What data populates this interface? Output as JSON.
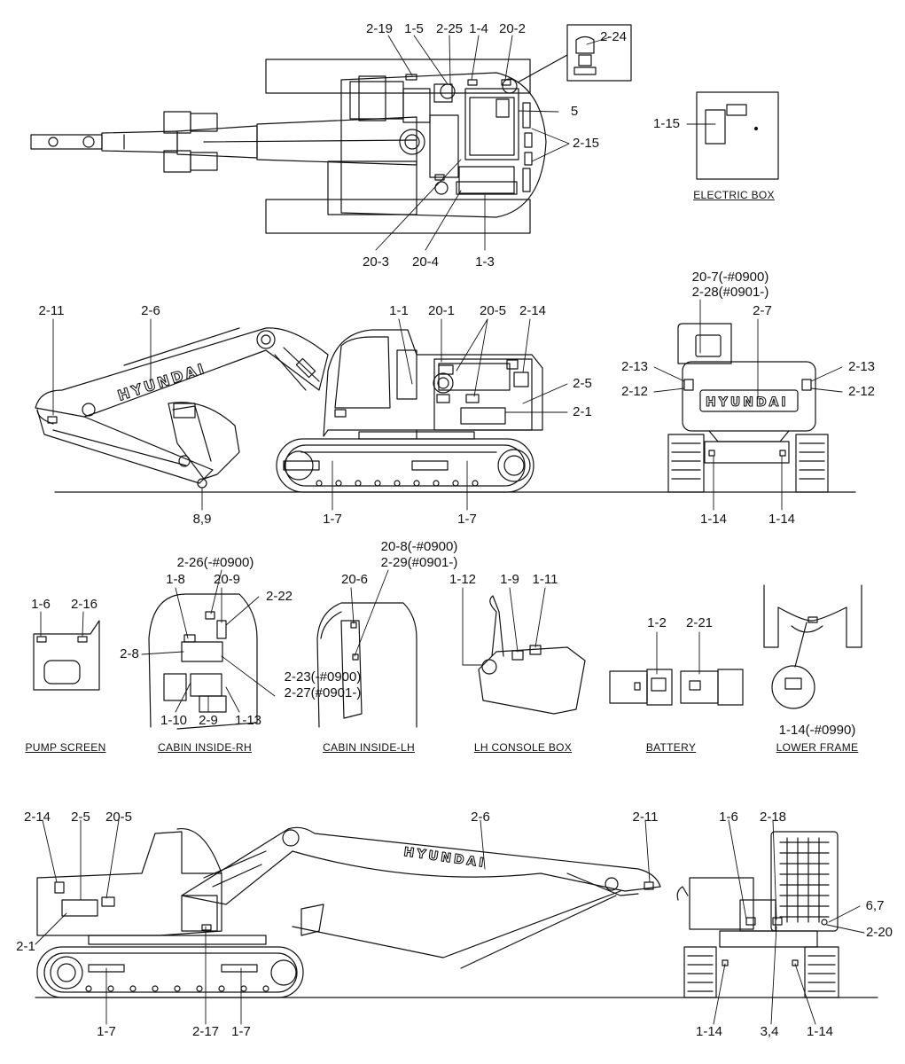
{
  "captions": {
    "electric_box": "ELECTRIC BOX",
    "pump_screen": "PUMP SCREEN",
    "cabin_inside_rh": "CABIN INSIDE-RH",
    "cabin_inside_lh": "CABIN INSIDE-LH",
    "lh_console_box": "LH CONSOLE BOX",
    "battery": "BATTERY",
    "lower_frame": "LOWER FRAME"
  },
  "brand_decal": "HYUNDAI",
  "labels": {
    "top_view": {
      "l_2_19": "2-19",
      "l_1_5": "1-5",
      "l_2_25": "2-25",
      "l_1_4": "1-4",
      "l_20_2": "20-2",
      "l_2_24": "2-24",
      "l_5": "5",
      "l_2_15": "2-15",
      "l_1_15": "1-15",
      "l_20_3": "20-3",
      "l_20_4": "20-4",
      "l_1_3": "1-3"
    },
    "side_left": {
      "l_2_11": "2-11",
      "l_2_6": "2-6",
      "l_1_1": "1-1",
      "l_20_1": "20-1",
      "l_20_5": "20-5",
      "l_2_14": "2-14",
      "l_2_5": "2-5",
      "l_2_1": "2-1",
      "l_8_9": "8,9",
      "l_1_7a": "1-7",
      "l_1_7b": "1-7"
    },
    "rear_view": {
      "l_20_7": "20-7(-#0900)",
      "l_2_28": "2-28(#0901-)",
      "l_2_7": "2-7",
      "l_2_13a": "2-13",
      "l_2_13b": "2-13",
      "l_2_12a": "2-12",
      "l_2_12b": "2-12",
      "l_1_14a": "1-14",
      "l_1_14b": "1-14"
    },
    "details": {
      "l_1_6": "1-6",
      "l_2_16": "2-16",
      "l_2_26": "2-26(-#0900)",
      "l_1_8": "1-8",
      "l_20_9": "20-9",
      "l_2_22": "2-22",
      "l_2_8": "2-8",
      "l_2_23": "2-23(-#0900)",
      "l_2_27": "2-27(#0901-)",
      "l_1_10": "1-10",
      "l_2_9": "2-9",
      "l_1_13": "1-13",
      "l_20_8": "20-8(-#0900)",
      "l_2_29": "2-29(#0901-)",
      "l_20_6": "20-6",
      "l_1_12": "1-12",
      "l_1_9": "1-9",
      "l_1_11": "1-11",
      "l_1_2": "1-2",
      "l_2_21": "2-21",
      "l_1_14c": "1-14(-#0990)"
    },
    "side_right": {
      "l_2_14": "2-14",
      "l_2_5": "2-5",
      "l_20_5": "20-5",
      "l_2_6": "2-6",
      "l_2_11": "2-11",
      "l_2_1": "2-1",
      "l_1_7a": "1-7",
      "l_2_17": "2-17",
      "l_1_7b": "1-7"
    },
    "front_view": {
      "l_1_6": "1-6",
      "l_2_18": "2-18",
      "l_6_7": "6,7",
      "l_2_20": "2-20",
      "l_1_14a": "1-14",
      "l_3_4": "3,4",
      "l_1_14b": "1-14"
    }
  }
}
